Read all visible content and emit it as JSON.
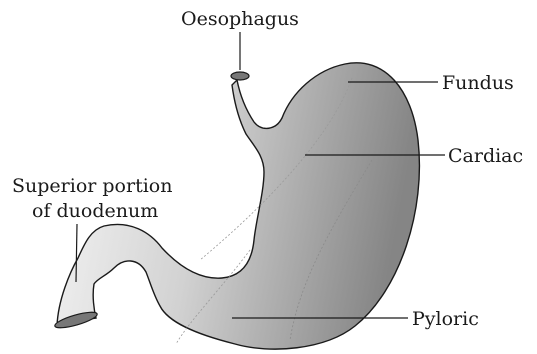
{
  "diagram": {
    "labels": {
      "oesophagus": "Oesophagus",
      "fundus": "Fundus",
      "cardiac": "Cardiac",
      "superior_line1": "Superior portion",
      "superior_line2": "of duodenum",
      "pyloric": "Pyloric"
    },
    "colors": {
      "outline": "#1a1a1a",
      "fill_light": "#f4f4f4",
      "fill_dark": "#8a8a8a",
      "tube_end": "#777777"
    }
  }
}
